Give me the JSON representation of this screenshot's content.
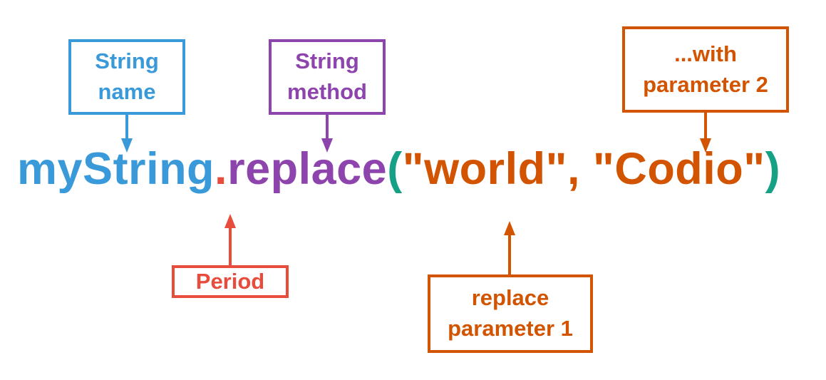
{
  "colors": {
    "name": "#3a9ad9",
    "method": "#8e44ad",
    "period": "#e74c3c",
    "params": "#d35400",
    "parens": "#16a085"
  },
  "code": {
    "name": "myString",
    "period": ".",
    "method": "replace",
    "open_paren": "(",
    "param1": "\"world\"",
    "separator": ", ",
    "param2": "\"Codio\"",
    "close_paren": ")"
  },
  "labels": {
    "string_name": "String\nname",
    "string_method": "String\nmethod",
    "with_param2": "...with\nparameter 2",
    "period": "Period",
    "replace_param1": "replace\nparameter 1"
  }
}
